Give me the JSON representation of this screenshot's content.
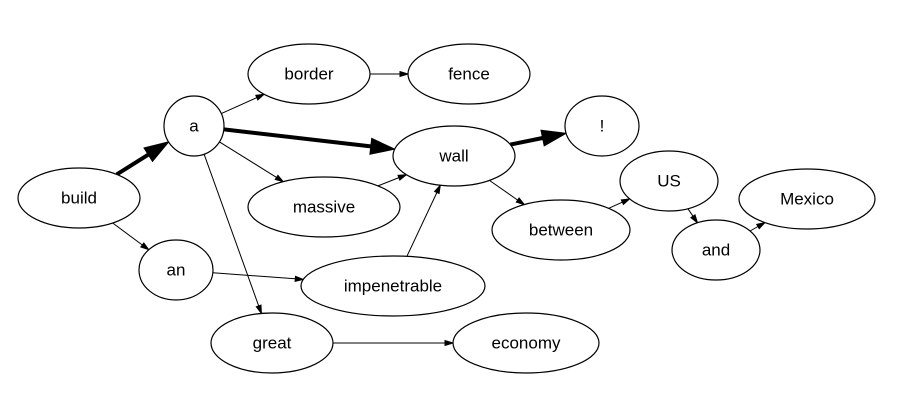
{
  "diagram": {
    "nodes": [
      {
        "id": "build",
        "label": "build"
      },
      {
        "id": "a",
        "label": "a"
      },
      {
        "id": "an",
        "label": "an"
      },
      {
        "id": "border",
        "label": "border"
      },
      {
        "id": "fence",
        "label": "fence"
      },
      {
        "id": "wall",
        "label": "wall"
      },
      {
        "id": "massive",
        "label": "massive"
      },
      {
        "id": "impenetrable",
        "label": "impenetrable"
      },
      {
        "id": "great",
        "label": "great"
      },
      {
        "id": "economy",
        "label": "economy"
      },
      {
        "id": "excl",
        "label": "!"
      },
      {
        "id": "between",
        "label": "between"
      },
      {
        "id": "us",
        "label": "US"
      },
      {
        "id": "and",
        "label": "and"
      },
      {
        "id": "mexico",
        "label": "Mexico"
      }
    ],
    "edges": [
      {
        "from": "build",
        "to": "a",
        "emphasis": "bold"
      },
      {
        "from": "build",
        "to": "an",
        "emphasis": "normal"
      },
      {
        "from": "a",
        "to": "border",
        "emphasis": "normal"
      },
      {
        "from": "a",
        "to": "wall",
        "emphasis": "bold"
      },
      {
        "from": "a",
        "to": "massive",
        "emphasis": "normal"
      },
      {
        "from": "a",
        "to": "great",
        "emphasis": "normal"
      },
      {
        "from": "border",
        "to": "fence",
        "emphasis": "normal"
      },
      {
        "from": "massive",
        "to": "wall",
        "emphasis": "normal"
      },
      {
        "from": "an",
        "to": "impenetrable",
        "emphasis": "normal"
      },
      {
        "from": "impenetrable",
        "to": "wall",
        "emphasis": "normal"
      },
      {
        "from": "great",
        "to": "economy",
        "emphasis": "normal"
      },
      {
        "from": "wall",
        "to": "excl",
        "emphasis": "bold"
      },
      {
        "from": "wall",
        "to": "between",
        "emphasis": "normal"
      },
      {
        "from": "between",
        "to": "us",
        "emphasis": "normal"
      },
      {
        "from": "us",
        "to": "and",
        "emphasis": "normal"
      },
      {
        "from": "and",
        "to": "mexico",
        "emphasis": "normal"
      }
    ]
  }
}
